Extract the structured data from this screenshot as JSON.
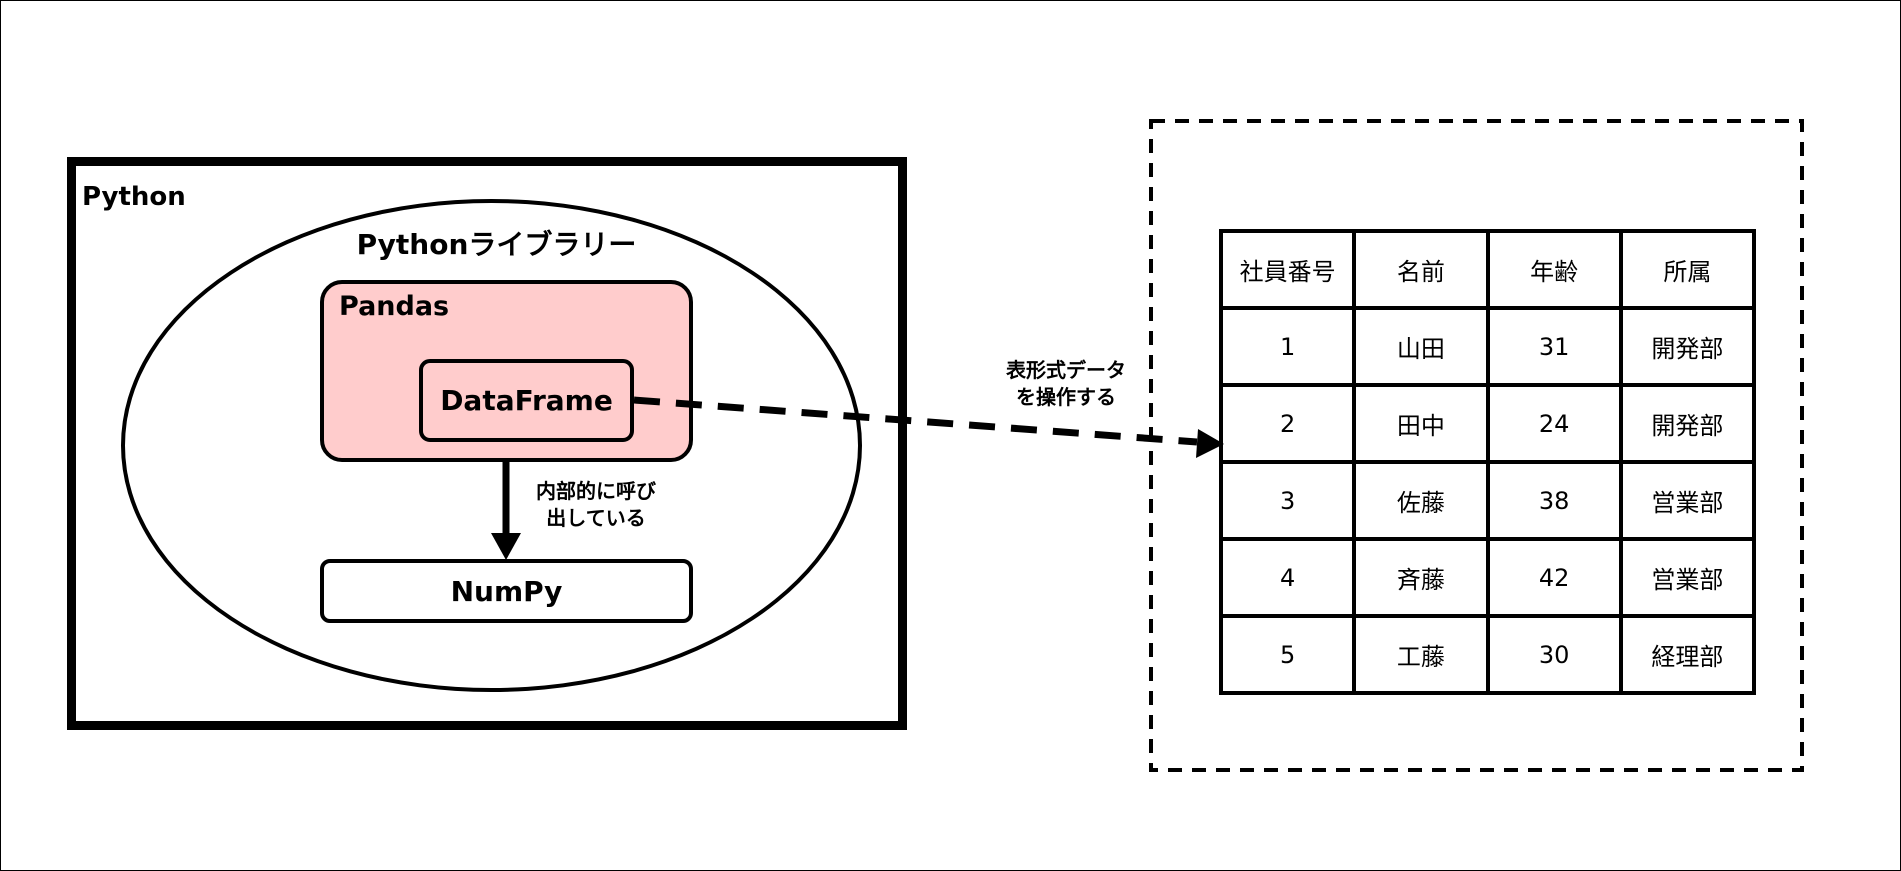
{
  "diagram": {
    "python_label": "Python",
    "library_label": "Pythonライブラリー",
    "pandas_label": "Pandas",
    "dataframe_label": "DataFrame",
    "numpy_label": "NumPy",
    "calls_internally": [
      "内部的に呼び",
      "出している"
    ],
    "operates_table": [
      "表形式データ",
      "を操作する"
    ]
  },
  "table": {
    "headers": [
      "社員番号",
      "名前",
      "年齢",
      "所属"
    ],
    "rows": [
      [
        "1",
        "山田",
        "31",
        "開発部"
      ],
      [
        "2",
        "田中",
        "24",
        "開発部"
      ],
      [
        "3",
        "佐藤",
        "38",
        "営業部"
      ],
      [
        "4",
        "斉藤",
        "42",
        "営業部"
      ],
      [
        "5",
        "工藤",
        "30",
        "経理部"
      ]
    ]
  }
}
